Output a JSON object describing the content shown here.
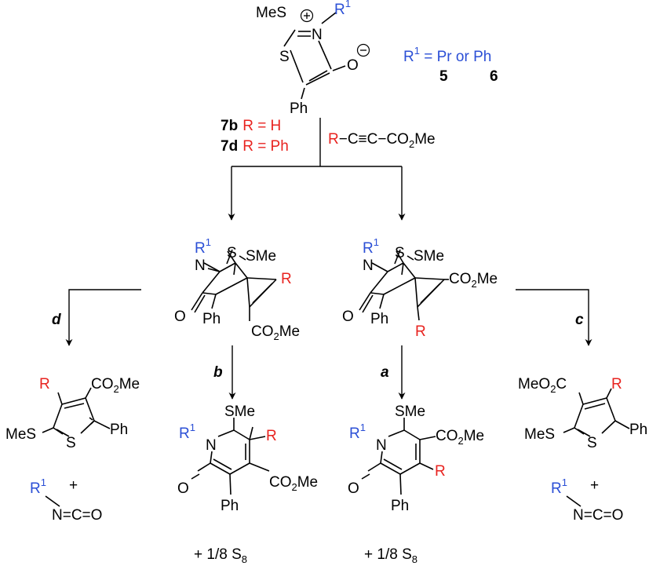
{
  "start": {
    "MeS": "MeS",
    "N": "N",
    "R1_R": "R",
    "R1_sup": "1",
    "S": "S",
    "O": "O",
    "Ph": "Ph",
    "charge_plus": "+",
    "charge_minus": "−"
  },
  "substituent_legend": {
    "R1_R": "R",
    "R1_sup": "1",
    "text": " = Pr or Ph",
    "cmpd5": "5",
    "cmpd6": "6"
  },
  "alkyne": {
    "cmpd7b": "7b",
    "eq7b": "R = H",
    "cmpd7d": "7d",
    "eq7d": "R = Ph",
    "R": "R",
    "chain": "−C≡C−CO",
    "sub2": "2",
    "Me": "Me"
  },
  "pathways": {
    "a": "a",
    "b": "b",
    "c": "c",
    "d": "d"
  },
  "intermediate_left": {
    "R1_R": "R",
    "R1_sup": "1",
    "N": "N",
    "S": "S",
    "SMe": "SMe",
    "R": "R",
    "O": "O",
    "Ph": "Ph",
    "CO2Me_a": "CO",
    "CO2Me_sub": "2",
    "CO2Me_b": "Me"
  },
  "intermediate_right": {
    "R1_R": "R",
    "R1_sup": "1",
    "N": "N",
    "S": "S",
    "SMe": "SMe",
    "CO2Me_a": "CO",
    "CO2Me_sub": "2",
    "CO2Me_b": "Me",
    "O": "O",
    "Ph": "Ph",
    "R": "R"
  },
  "thiophene_left": {
    "R": "R",
    "CO2Me_a": "CO",
    "CO2Me_sub": "2",
    "CO2Me_b": "Me",
    "MeS": "MeS",
    "S": "S",
    "Ph": "Ph",
    "iso_R": "R",
    "iso_sup": "1",
    "plus": "+",
    "NCO": "N=C=O"
  },
  "pyridone_left": {
    "SMe": "SMe",
    "R1_R": "R",
    "R1_sup": "1",
    "N": "N",
    "R": "R",
    "O": "O",
    "CO2Me_a": "CO",
    "CO2Me_sub": "2",
    "CO2Me_b": "Me",
    "Ph": "Ph",
    "byproduct": "+   1/8  S",
    "byproduct_sub": "8"
  },
  "pyridone_right": {
    "SMe": "SMe",
    "R1_R": "R",
    "R1_sup": "1",
    "N": "N",
    "CO2Me_a": "CO",
    "CO2Me_sub": "2",
    "CO2Me_b": "Me",
    "O": "O",
    "R": "R",
    "Ph": "Ph",
    "byproduct": "+   1/8  S",
    "byproduct_sub": "8"
  },
  "thiophene_right": {
    "MeO2C_a": "MeO",
    "MeO2C_sub": "2",
    "MeO2C_b": "C",
    "R": "R",
    "MeS": "MeS",
    "S": "S",
    "Ph": "Ph",
    "iso_R": "R",
    "iso_sup": "1",
    "plus": "+",
    "NCO": "N=C=O"
  },
  "colors": {
    "red": "#e8231f",
    "blue": "#2b4fd6",
    "black": "#000000"
  }
}
